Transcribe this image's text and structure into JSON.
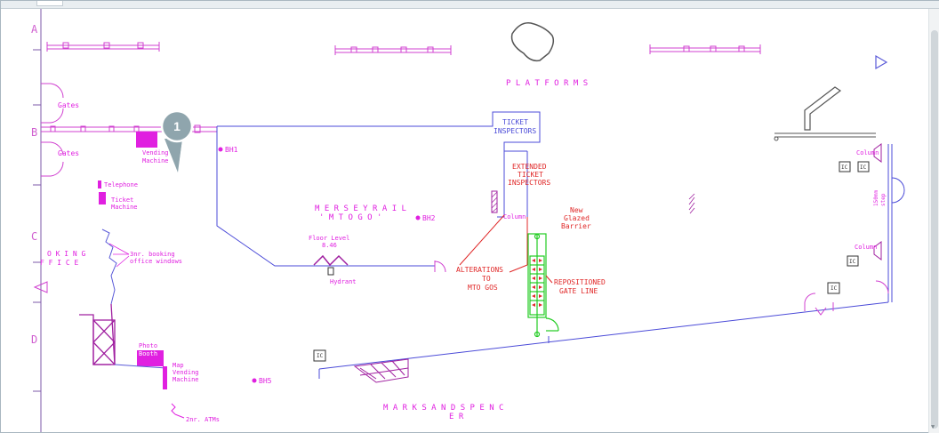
{
  "colors": {
    "magenta": "#e020e0",
    "blue": "#4b4bd8",
    "red": "#e02828",
    "green": "#22cc22",
    "gray": "#444444",
    "pin": "#8fa5ad",
    "grid": "#7d5aa8"
  },
  "viewer": {
    "pin_number": "1",
    "scroll_down_icon": "triangle-down"
  },
  "grid_rows": [
    "A",
    "B",
    "C",
    "D"
  ],
  "labels": {
    "platforms": "P L A T F O R M S",
    "gates_top": "Gates",
    "gates_bottom": "Gates",
    "vending_machine_1": "Vending",
    "vending_machine_2": "Machine",
    "bh1": "BH1",
    "bh2": "BH2",
    "bh5": "BH5",
    "telephone": "Telephone",
    "ticket_machine_1": "Ticket",
    "ticket_machine_2": "Machine",
    "booking_office_1": "O K I N G",
    "booking_office_2": "F F I C E",
    "booking_windows_1": "3nr. booking",
    "booking_windows_2": "office windows",
    "photo_booth_1": "Photo",
    "photo_booth_2": "Booth",
    "map_vending_1": "Map",
    "map_vending_2": "Vending",
    "map_vending_3": "Machine",
    "atms": "2nr. ATMs",
    "merseyrail_1": "M E R S E Y R A I L",
    "merseyrail_2": "' M  T O  G O '",
    "floor_level_1": "Floor Level",
    "floor_level_2": "8.46",
    "hydrant": "Hydrant",
    "ticket_inspectors_1": "TICKET",
    "ticket_inspectors_2": "INSPECTORS",
    "extended_1": "EXTENDED",
    "extended_2": "TICKET",
    "extended_3": "INSPECTORS",
    "column_1": "Column",
    "column_2": "Column",
    "column_3": "Column",
    "new_glazed_1": "New",
    "new_glazed_2": "Glazed",
    "new_glazed_3": "Barrier",
    "alterations_1": "ALTERATIONS",
    "alterations_2": "TO",
    "alterations_3": "MTO GOS",
    "repositioned_1": "REPOSITIONED",
    "repositioned_2": "GATE LINE",
    "ic_1": "IC",
    "ic_2": "IC",
    "ic_3": "IC",
    "ic_4": "IC",
    "ic_5": "IC",
    "dim_1": "150mm",
    "dim_2": "step",
    "marks_1": "M A R K S   A N D   S P E N C",
    "marks_2": "E R"
  }
}
